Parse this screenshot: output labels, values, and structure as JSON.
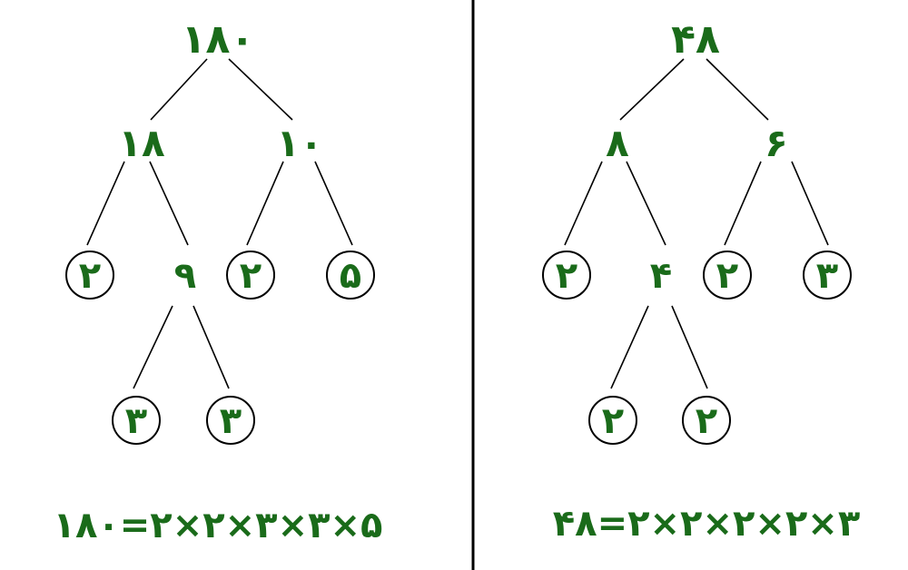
{
  "colors": {
    "number_green": "#1a6b1a",
    "line": "#000000"
  },
  "left_tree": {
    "nodes": {
      "root": "۱۸۰",
      "l": "۱۸",
      "r": "۱۰",
      "ll": "۲",
      "lr": "۹",
      "rl": "۲",
      "rr": "۵",
      "lrl": "۳",
      "lrr": "۳"
    },
    "circled": [
      "ll",
      "rl",
      "rr",
      "lrl",
      "lrr"
    ],
    "equation": "۱۸۰=۲×۲×۳×۳×۵"
  },
  "right_tree": {
    "nodes": {
      "root": "۴۸",
      "l": "۸",
      "r": "۶",
      "ll": "۲",
      "lr": "۴",
      "rl": "۲",
      "rr": "۳",
      "lrl": "۲",
      "lrr": "۲"
    },
    "circled": [
      "ll",
      "rl",
      "rr",
      "lrl",
      "lrr"
    ],
    "equation": "۴۸=۲×۲×۲×۲×۳"
  }
}
